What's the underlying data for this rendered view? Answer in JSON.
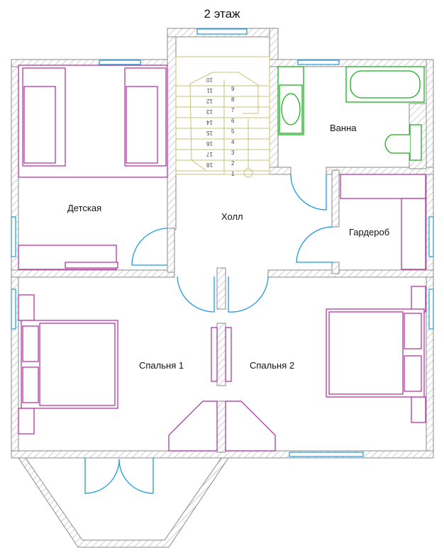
{
  "title": "2 этаж",
  "rooms": {
    "kids": "Детская",
    "hall": "Холл",
    "bath": "Ванна",
    "wardrobe": "Гардероб",
    "bedroom1": "Спальня 1",
    "bedroom2": "Спальня 2"
  },
  "stairs": {
    "left_steps": [
      "10",
      "11",
      "12",
      "13",
      "14",
      "15",
      "16",
      "17",
      "18"
    ],
    "right_steps": [
      "9",
      "8",
      "7",
      "6",
      "5",
      "4",
      "3",
      "2",
      "1"
    ]
  },
  "colors": {
    "wall_outline": "#8a8a8a",
    "wall_hatch": "#b5b5b5",
    "furniture": "#b0279f",
    "sanitary": "#19b01e",
    "window_door": "#1e9be0",
    "stairs": "#c8c27a",
    "text": "#111111"
  }
}
